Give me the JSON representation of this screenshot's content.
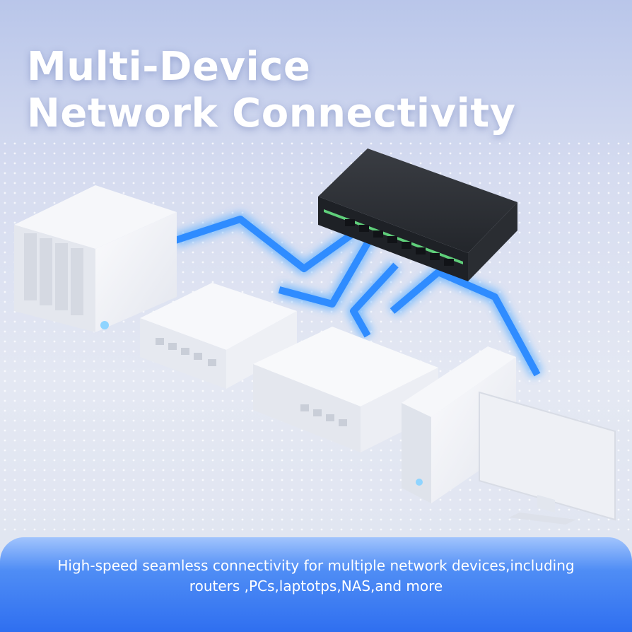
{
  "headline": {
    "line1": "Multi-Device",
    "line2": "Network Connectivity"
  },
  "caption": {
    "line1": "High-speed seamless connectivity for multiple network devices,including",
    "line2": "routers ,PCs,laptotps,NAS,and more"
  },
  "colors": {
    "cable_glow": "#2f8cff",
    "banner_blue": "#3a7af2",
    "switch_body": "#2b2e33",
    "device_white": "#f2f3f6"
  }
}
